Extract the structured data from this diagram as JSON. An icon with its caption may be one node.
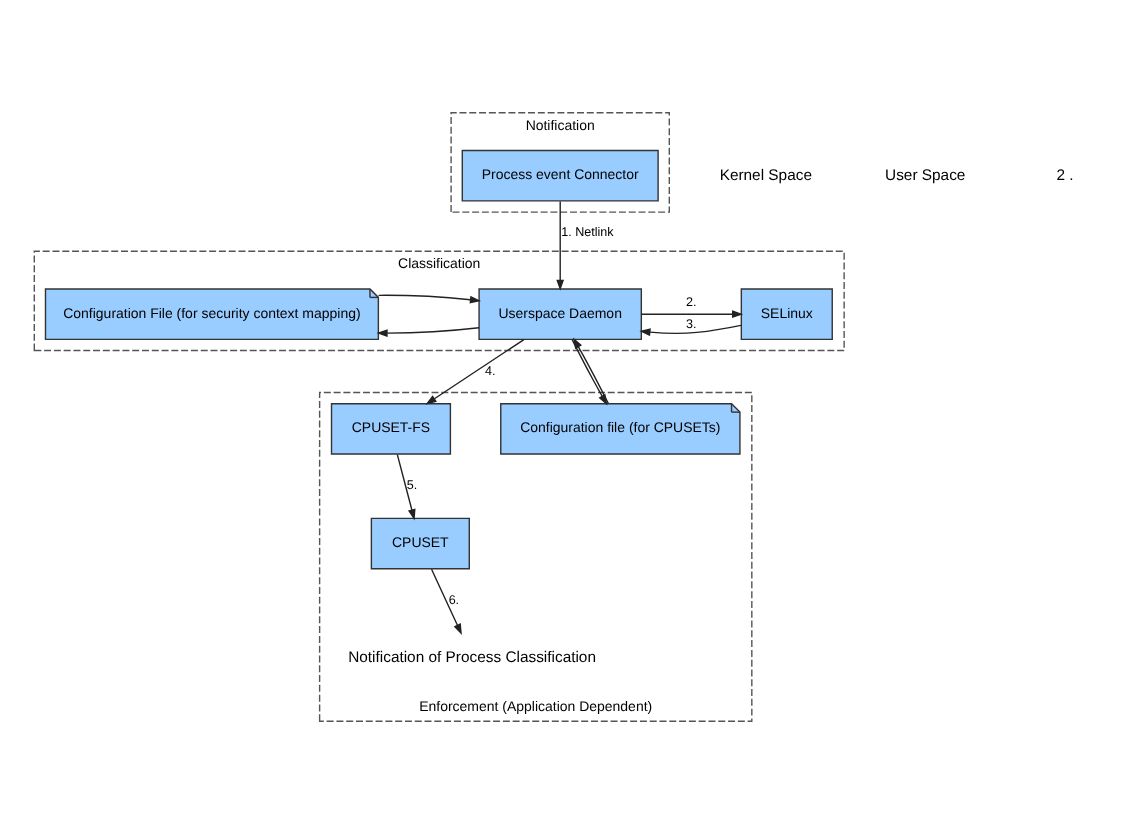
{
  "diagram": {
    "nodes": [
      {
        "text": [
          "Notification"
        ]
      },
      {
        "text": [
          "Process event Connector"
        ],
        "in": 0
      },
      {
        "text": [
          "Classification"
        ]
      },
      {
        "text": [
          "SELinux"
        ],
        "in": 2
      },
      {
        "text": [
          "Userspace Daemon"
        ],
        "in": 2
      },
      {
        "text": [
          "Configuration File (for security context mapping)"
        ],
        "in": 2
      },
      {
        "text": [
          "Enforcement (Application Dependent)"
        ]
      },
      {
        "text": [
          "CPUSET-FS"
        ],
        "in": 6
      },
      {
        "text": [
          "Configuration file (for CPUSETs)"
        ],
        "in": 6
      },
      {
        "text": [
          "CPUSET"
        ],
        "in": 6
      },
      {
        "text": [
          "Notification of Process Classification"
        ],
        "in": 6
      }
    ],
    "edges": [
      {
        "from": 1,
        "to": 4,
        "arrow": "to",
        "label": "1. Netlink"
      },
      {
        "from": 4,
        "to": 3,
        "arrow": "to",
        "label": "2."
      },
      {
        "from": 3,
        "to": 4,
        "arrow": "to",
        "label": "3."
      },
      {
        "from": 4,
        "to": 5,
        "arrow": "to"
      },
      {
        "from": 5,
        "to": 4,
        "arrow": "to"
      },
      {
        "from": 4,
        "to": 7,
        "arrow": "to",
        "label": "4."
      },
      {
        "from": 4,
        "to": 8,
        "arrow": "to"
      },
      {
        "from": 8,
        "to": 4,
        "arrow": "to"
      },
      {
        "from": 7,
        "to": 9,
        "arrow": "to",
        "label": "5."
      },
      {
        "from": 9,
        "to": 10,
        "arrow": "to",
        "label": "6."
      }
    ],
    "labels": [
      "Kernel Space",
      "User Space",
      "2 ."
    ]
  }
}
